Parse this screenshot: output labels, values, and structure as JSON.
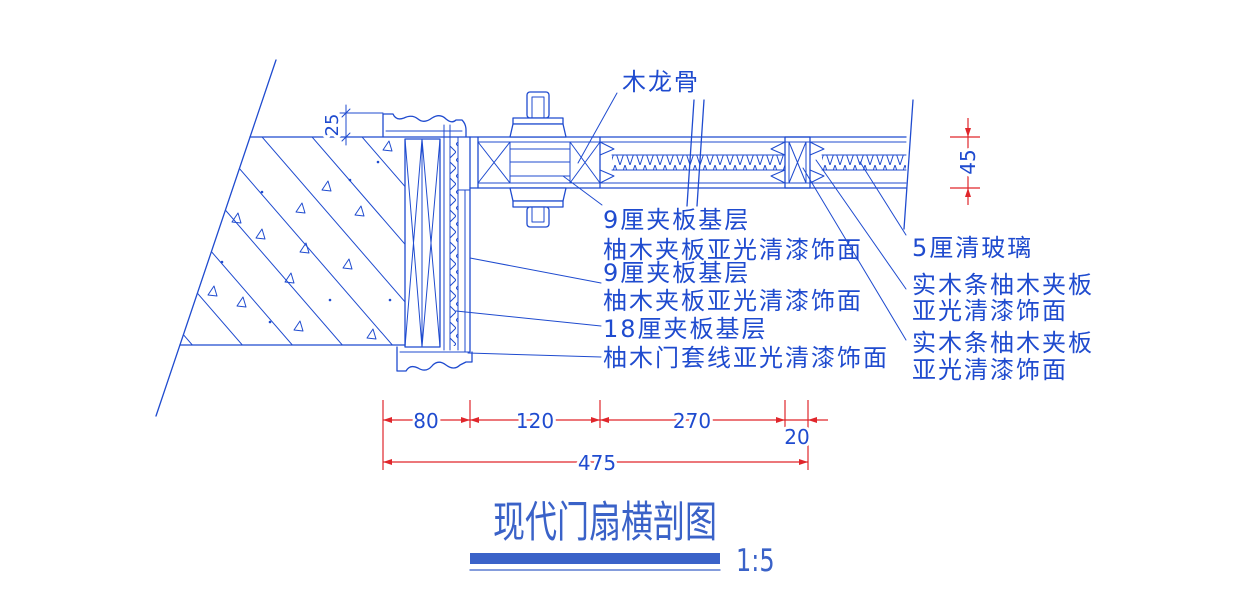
{
  "drawing": {
    "title": "现代门扇横剖图",
    "scale": "1:5"
  },
  "colors": {
    "line": "#1f4bcf",
    "text": "#1f4bcf",
    "title": "#3a62c8",
    "dimension_line": "#e0262b",
    "background": "#ffffff"
  },
  "callouts": {
    "top": "木龙骨",
    "left": [
      "9厘夹板基层",
      "柚木夹板亚光清漆饰面",
      "9厘夹板基层",
      "柚木夹板亚光清漆饰面",
      "18厘夹板基层",
      "柚木门套线亚光清漆饰面"
    ],
    "right": [
      "5厘清玻璃",
      "实木条柚木夹板",
      "亚光清漆饰面",
      "实木条柚木夹板",
      "亚光清漆饰面"
    ]
  },
  "dimensions": {
    "casing_offset": "25",
    "door_thickness": "45",
    "segments": [
      "80",
      "120",
      "270",
      "20"
    ],
    "overall": "475"
  }
}
